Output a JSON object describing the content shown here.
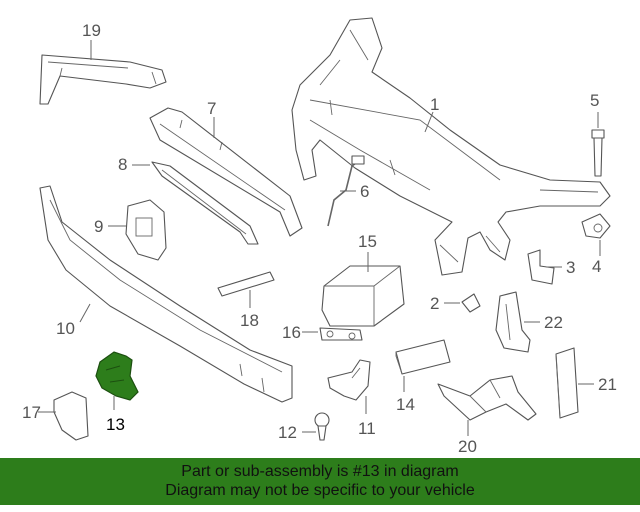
{
  "diagram": {
    "callouts": [
      "1",
      "2",
      "3",
      "4",
      "5",
      "6",
      "7",
      "8",
      "9",
      "10",
      "11",
      "12",
      "13",
      "14",
      "15",
      "16",
      "17",
      "18",
      "19",
      "20",
      "21",
      "22"
    ],
    "highlighted_part": "13",
    "colors": {
      "highlight": "#2d7d1b",
      "line": "#555555",
      "banner": "#2d7d1b"
    }
  },
  "banner": {
    "line1": "Part or sub-assembly is #13 in diagram",
    "line2": "Diagram may not be specific to your vehicle"
  }
}
